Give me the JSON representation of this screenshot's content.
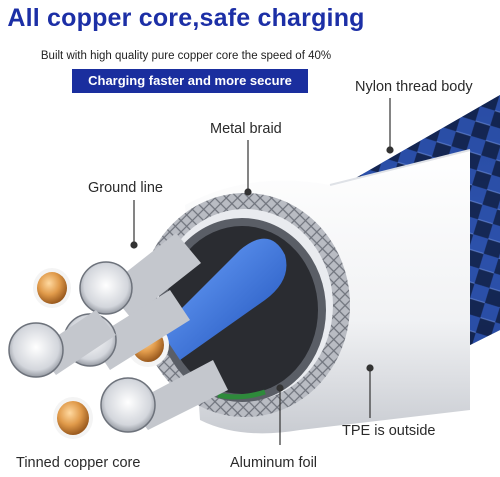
{
  "headline": "All copper core,safe charging",
  "subline": "Built with high quality pure copper core the speed of 40%",
  "banner": "Charging faster and more secure",
  "labels": {
    "nylon": "Nylon thread body",
    "metal_braid": "Metal braid",
    "ground_line": "Ground line",
    "tinned_copper": "Tinned copper core",
    "aluminum_foil": "Aluminum foil",
    "tpe": "TPE is outside"
  },
  "colors": {
    "headline": "#1c2fa6",
    "banner_bg": "#1a2e9e",
    "nylon_blue": "#2b4fa8",
    "copper": "#d88a3a",
    "inner_blue": "#2f6fd6"
  }
}
